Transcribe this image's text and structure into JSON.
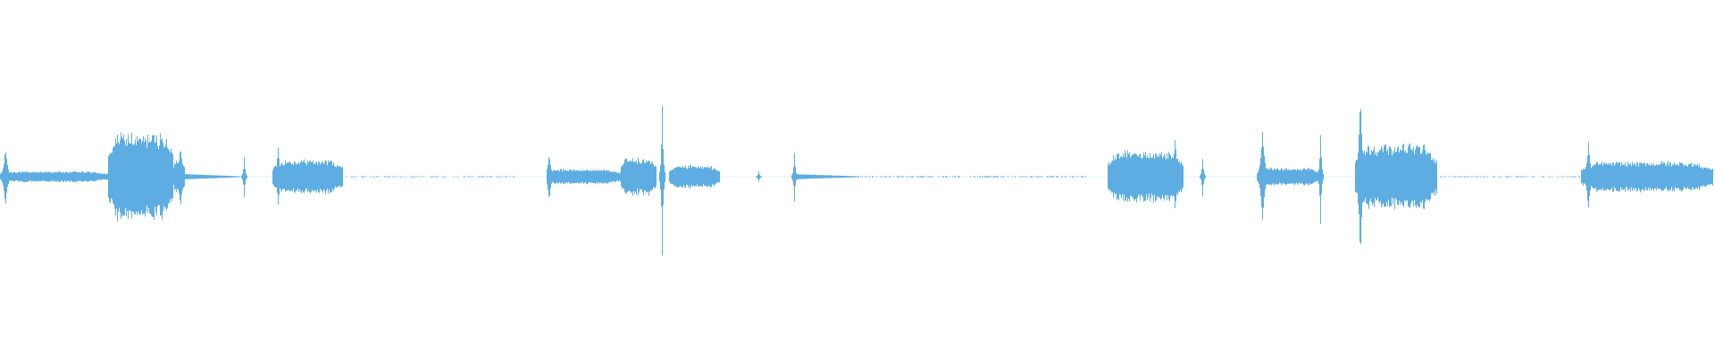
{
  "waveform": {
    "color": "#5DADE2",
    "background": "#ffffff",
    "amplitude_scale": [
      -1,
      1
    ],
    "segments": [
      {
        "kind": "burst",
        "from": 0.0,
        "to": 0.063,
        "amp": 0.05,
        "peak": 0.28,
        "peak_at": 0.003
      },
      {
        "kind": "burst",
        "from": 0.063,
        "to": 0.101,
        "amp": 0.4,
        "peak": 0.42,
        "peak_at": 0.072
      },
      {
        "kind": "burst",
        "from": 0.101,
        "to": 0.108,
        "amp": 0.16,
        "peak": 0.3,
        "peak_at": 0.105
      },
      {
        "kind": "decay",
        "from": 0.108,
        "to": 0.14,
        "amp": 0.02
      },
      {
        "kind": "spike",
        "at": 0.142,
        "amp": 0.18
      },
      {
        "kind": "burst",
        "from": 0.159,
        "to": 0.2,
        "amp": 0.16,
        "peak": 0.26,
        "peak_at": 0.162
      },
      {
        "kind": "noise",
        "from": 0.2,
        "to": 0.3,
        "amp": 0.004
      },
      {
        "kind": "burst",
        "from": 0.319,
        "to": 0.362,
        "amp": 0.07,
        "peak": 0.22,
        "peak_at": 0.32
      },
      {
        "kind": "burst",
        "from": 0.362,
        "to": 0.383,
        "amp": 0.17,
        "peak": 0.2,
        "peak_at": 0.372
      },
      {
        "kind": "spike",
        "at": 0.386,
        "amp": 0.7
      },
      {
        "kind": "burst",
        "from": 0.39,
        "to": 0.42,
        "amp": 0.1,
        "peak": 0.12,
        "peak_at": 0.402
      },
      {
        "kind": "spike",
        "at": 0.442,
        "amp": 0.05
      },
      {
        "kind": "spike",
        "at": 0.463,
        "amp": 0.22
      },
      {
        "kind": "decay",
        "from": 0.463,
        "to": 0.5,
        "amp": 0.02
      },
      {
        "kind": "noise",
        "from": 0.5,
        "to": 0.634,
        "amp": 0.005
      },
      {
        "kind": "burst",
        "from": 0.646,
        "to": 0.69,
        "amp": 0.24,
        "peak": 0.35,
        "peak_at": 0.685
      },
      {
        "kind": "spike",
        "at": 0.701,
        "amp": 0.18
      },
      {
        "kind": "burst",
        "from": 0.733,
        "to": 0.77,
        "amp": 0.08,
        "peak": 0.46,
        "peak_at": 0.736
      },
      {
        "kind": "spike",
        "at": 0.77,
        "amp": 0.42
      },
      {
        "kind": "burst",
        "from": 0.79,
        "to": 0.838,
        "amp": 0.3,
        "peak": 0.75,
        "peak_at": 0.793
      },
      {
        "kind": "noise",
        "from": 0.838,
        "to": 0.922,
        "amp": 0.004
      },
      {
        "kind": "burst",
        "from": 0.922,
        "to": 0.999,
        "amp": 0.14,
        "peak": 0.32,
        "peak_at": 0.926
      }
    ]
  }
}
